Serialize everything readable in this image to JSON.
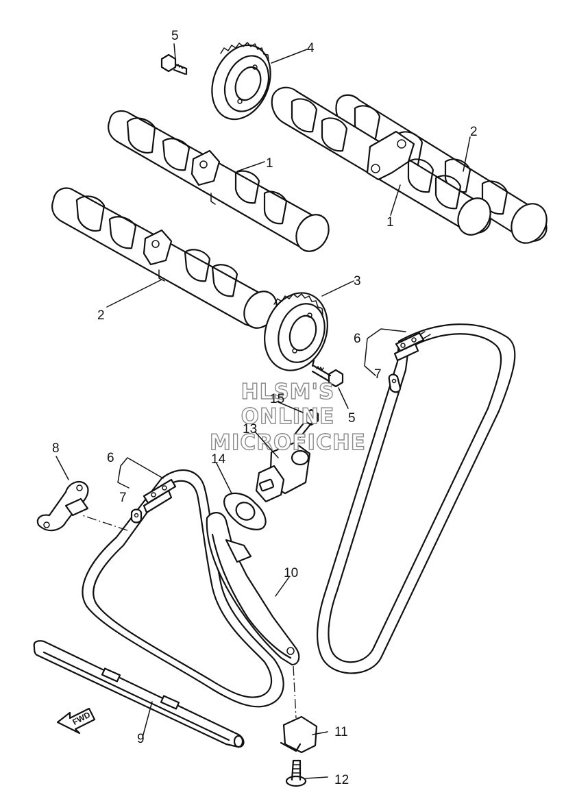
{
  "watermark": {
    "line1": "HLSM'S",
    "line2": "ONLINE",
    "line3": "MICROFICHE"
  },
  "direction_arrow": {
    "label": "FWD"
  },
  "callouts": {
    "c1_upper": "1",
    "c1_lower": "1",
    "c2_right": "2",
    "c2_left": "2",
    "c3": "3",
    "c4": "4",
    "c5_top": "5",
    "c5_mid": "5",
    "c6_right": "6",
    "c6_left": "6",
    "c7_right": "7",
    "c7_left": "7",
    "c8": "8",
    "c9": "9",
    "c10": "10",
    "c11": "11",
    "c12": "12",
    "c13": "13",
    "c14": "14",
    "c15": "15"
  }
}
